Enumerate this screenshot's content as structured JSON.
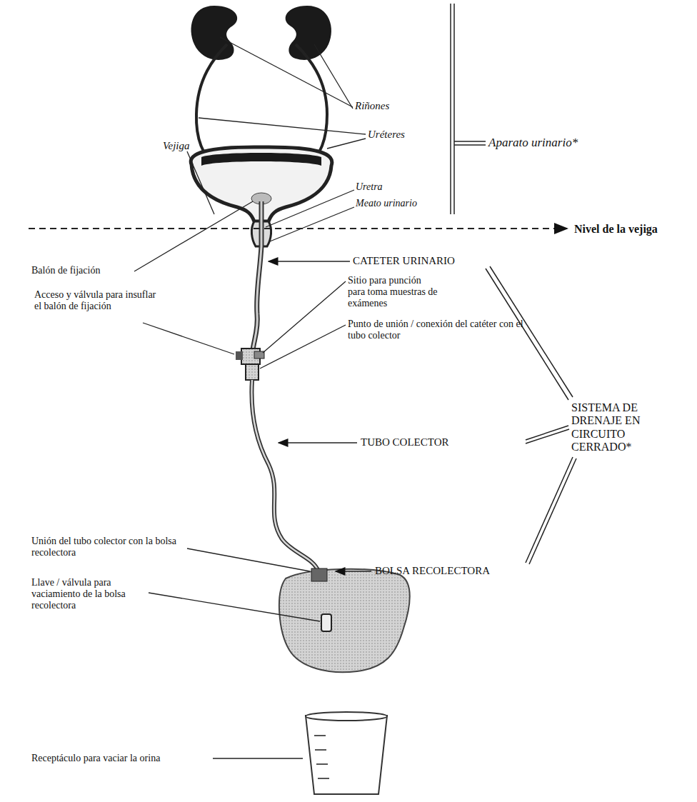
{
  "diagram": {
    "labels": [
      "Riñones",
      "Vejiga",
      "Uréteres",
      "Aparato urinario*",
      "Uretra",
      "Meato urinario",
      "Nivel de la vejiga",
      "Balón de fijación",
      "CATETER URINARIO",
      "Sitio para punción para toma muestras de exámenes",
      "Acceso y válvula para insuflar el balón de fijación",
      "Punto de unión / conexión del catéter con el tubo colector",
      "TUBO COLECTOR",
      "SISTEMA DE DRENAJE EN CIRCUITO CERRADO*",
      "Unión del tubo colector con la bolsa recolectora",
      "BOLSA RECOLECTORA",
      "Llave / válvula para vaciamiento de la bolsa recolectora",
      "Receptáculo para vaciar la orina"
    ]
  }
}
